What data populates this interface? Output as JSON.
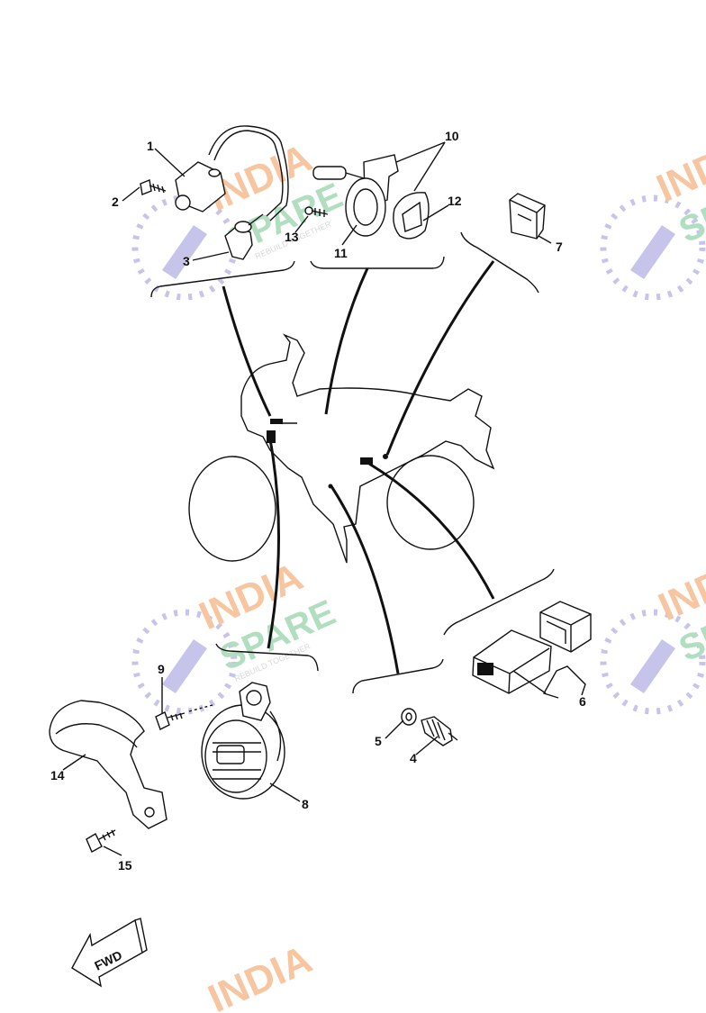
{
  "diagram": {
    "callouts": [
      {
        "id": "1",
        "label": "1"
      },
      {
        "id": "2",
        "label": "2"
      },
      {
        "id": "3",
        "label": "3"
      },
      {
        "id": "4",
        "label": "4"
      },
      {
        "id": "5",
        "label": "5"
      },
      {
        "id": "6",
        "label": "6"
      },
      {
        "id": "7",
        "label": "7"
      },
      {
        "id": "8",
        "label": "8"
      },
      {
        "id": "9",
        "label": "9"
      },
      {
        "id": "10",
        "label": "10"
      },
      {
        "id": "11",
        "label": "11"
      },
      {
        "id": "12",
        "label": "12"
      },
      {
        "id": "13",
        "label": "13"
      },
      {
        "id": "14",
        "label": "14"
      },
      {
        "id": "15",
        "label": "15"
      }
    ],
    "direction_label": "FWD"
  },
  "watermark": {
    "line1": "INDIA",
    "line2": "SPARE",
    "tagline": "REBUILD TOGETHER",
    "color_line1": "#f6b98a",
    "color_line2": "#9ed6b0",
    "color_logo": "#b9b6e6"
  }
}
